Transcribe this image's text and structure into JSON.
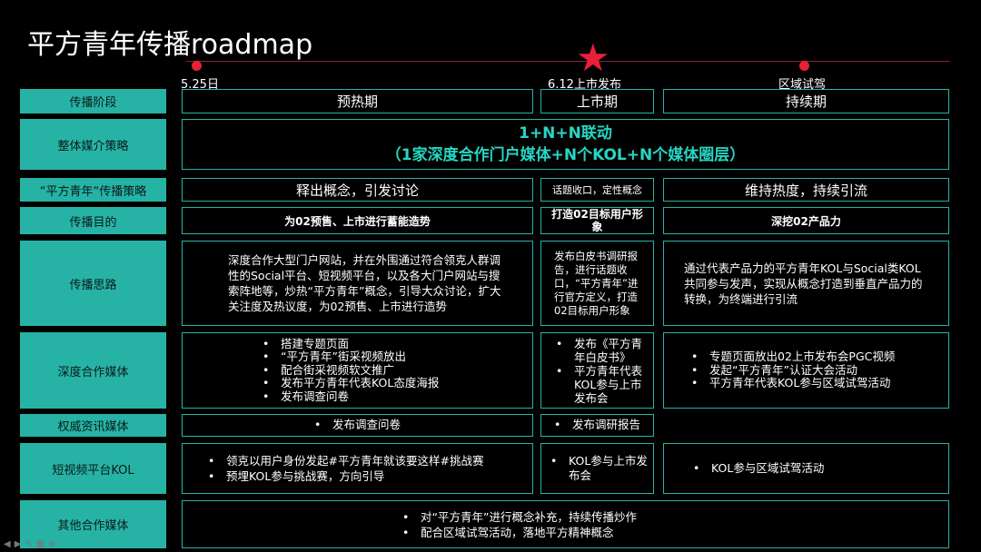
{
  "title": "平方青年传播roadmap",
  "timeline": {
    "milestones": [
      {
        "label": "5.25日"
      },
      {
        "label": "6.12上市发布"
      },
      {
        "label": "区域试驾"
      }
    ]
  },
  "colors": {
    "accent": "#26b3a6",
    "milestone": "#e8203a",
    "background": "#000000"
  },
  "rows": {
    "phase": {
      "label": "传播阶段",
      "preheat": "预热期",
      "launch": "上市期",
      "sustain": "持续期"
    },
    "strategy": {
      "label": "整体媒介策略",
      "line1": "1+N+N联动",
      "line2": "（1家深度合作门户媒体+N个KOL+N个媒体圈层）"
    },
    "comm_strategy": {
      "label": "“平方青年“传播策略",
      "preheat": "释出概念，引发讨论",
      "launch": "话题收口，定性概念",
      "sustain": "维持热度，持续引流"
    },
    "goal": {
      "label": "传播目的",
      "preheat": "为02预售、上市进行蓄能造势",
      "launch": "打造02目标用户形象",
      "sustain": "深挖02产品力"
    },
    "approach": {
      "label": "传播思路",
      "preheat": "深度合作大型门户网站，并在外围通过符合领克人群调性的Social平台、短视频平台，以及各大门户网站与搜索阵地等，炒热“平方青年”概念，引导大众讨论，扩大关注度及热议度，为02预售、上市进行造势",
      "launch": "发布白皮书调研报告，进行话题收口，“平方青年”进行官方定义，打造02目标用户形象",
      "sustain": "通过代表产品力的平方青年KOL与Social类KOL共同参与发声，实现从概念打造到垂直产品力的转换，为终端进行引流"
    },
    "deep_media": {
      "label": "深度合作媒体",
      "preheat": [
        "搭建专题页面",
        "“平方青年”街采视频放出",
        "配合街采视频软文推广",
        "发布平方青年代表KOL态度海报",
        "发布调查问卷"
      ],
      "launch": [
        "发布《平方青年白皮书》",
        "平方青年代表KOL参与上市发布会"
      ],
      "sustain": [
        "专题页面放出02上市发布会PGC视频",
        "发起“平方青年”认证大会活动",
        "平方青年代表KOL参与区域试驾活动"
      ]
    },
    "authority_media": {
      "label": "权威资讯媒体",
      "preheat": [
        "发布调查问卷"
      ],
      "launch": [
        "发布调研报告"
      ]
    },
    "short_video": {
      "label": "短视频平台KOL",
      "preheat": [
        "领克以用户身份发起#平方青年就该要这样#挑战赛",
        "预埋KOL参与挑战赛，方向引导"
      ],
      "launch": [
        "KOL参与上市发布会"
      ],
      "sustain": [
        "KOL参与区域试驾活动"
      ]
    },
    "other_media": {
      "label": "其他合作媒体",
      "items": [
        "对“平方青年”进行概念补充，持续传播炒作",
        "配合区域试驾活动，落地平方精神概念"
      ]
    }
  }
}
